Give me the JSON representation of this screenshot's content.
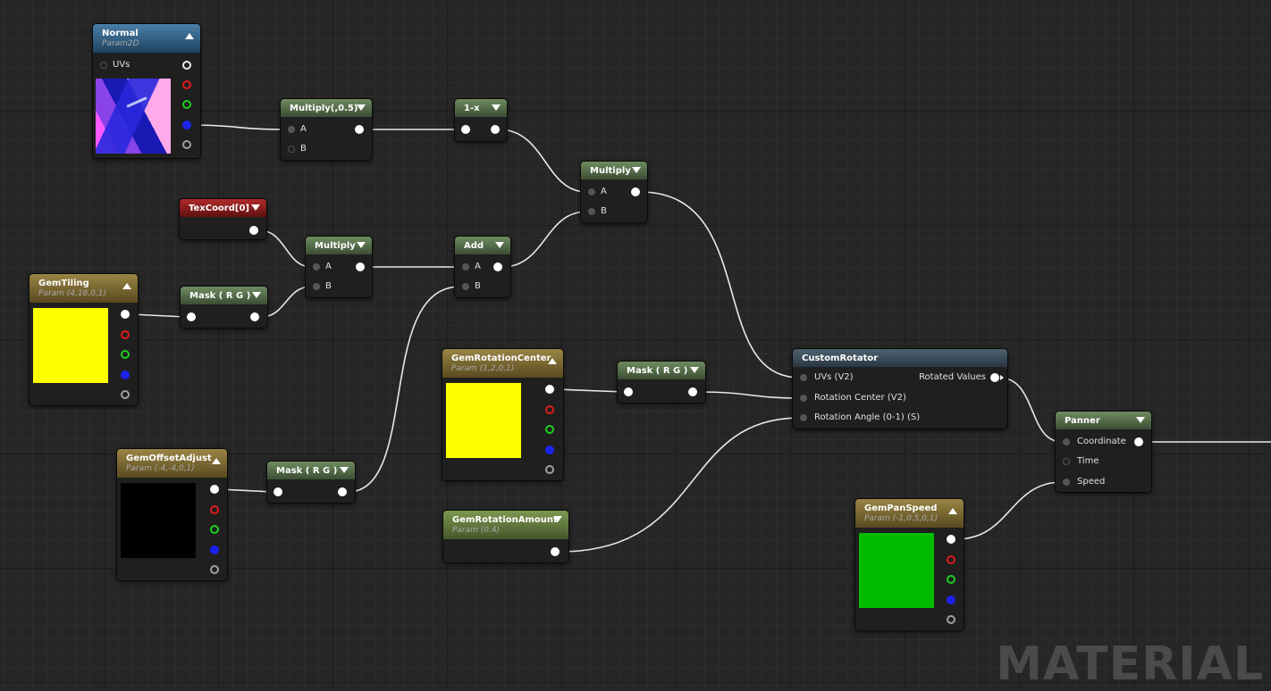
{
  "watermark": "MATERIAL",
  "colors": {
    "gem_tiling_preview": "#ffff00",
    "gem_rotation_center_preview": "#ffff00",
    "gem_offset_adjust_preview": "#000000",
    "gem_pan_speed_preview": "#00bb00"
  },
  "nodes": {
    "normal": {
      "title": "Normal",
      "subtitle": "Param2D",
      "uvs": "UVs"
    },
    "multiply_half": {
      "title": "Multiply(,0.5)",
      "a": "A",
      "b": "B"
    },
    "one_minus": {
      "title": "1-x"
    },
    "multiply_top": {
      "title": "Multiply",
      "a": "A",
      "b": "B"
    },
    "texcoord": {
      "title": "TexCoord[0]"
    },
    "multiply_mid": {
      "title": "Multiply",
      "a": "A",
      "b": "B"
    },
    "add": {
      "title": "Add",
      "a": "A",
      "b": "B"
    },
    "gem_tiling": {
      "title": "GemTiling",
      "subtitle": "Param (4,16,0,1)"
    },
    "mask_tiling": {
      "title": "Mask ( R G )"
    },
    "gem_rotation_center": {
      "title": "GemRotationCenter",
      "subtitle": "Param (1,2,0,1)"
    },
    "mask_rotation": {
      "title": "Mask ( R G )"
    },
    "custom_rotator": {
      "title": "CustomRotator",
      "uvs": "UVs (V2)",
      "rotation_center": "Rotation Center (V2)",
      "rotation_angle": "Rotation Angle (0-1) (S)",
      "rotated_values": "Rotated Values"
    },
    "gem_offset_adjust": {
      "title": "GemOffsetAdjust",
      "subtitle": "Param (-4,-4,0,1)"
    },
    "mask_offset": {
      "title": "Mask ( R G )"
    },
    "gem_rotation_amount": {
      "title": "GemRotationAmount",
      "subtitle": "Param (0.4)"
    },
    "panner": {
      "title": "Panner",
      "coordinate": "Coordinate",
      "time": "Time",
      "speed": "Speed"
    },
    "gem_pan_speed": {
      "title": "GemPanSpeed",
      "subtitle": "Param (-1,0.5,0,1)"
    }
  }
}
